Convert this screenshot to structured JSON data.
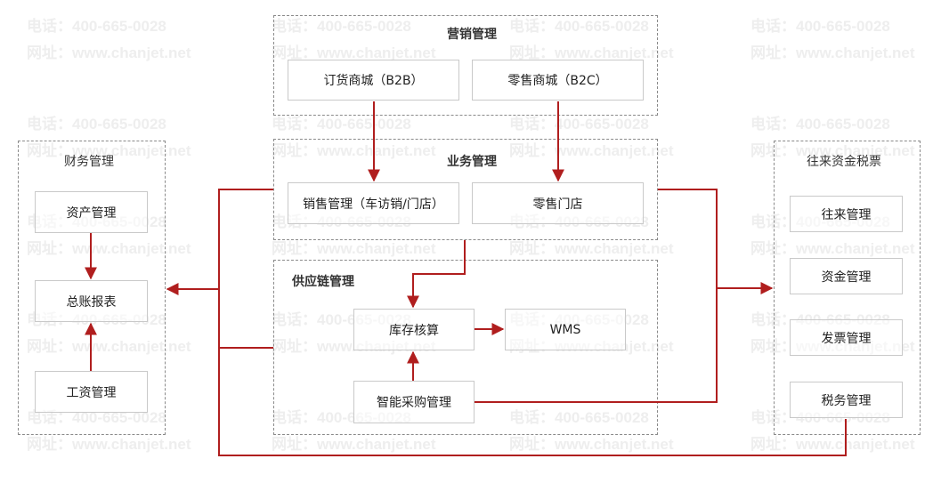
{
  "watermark": {
    "line1": "电话：400-665-0028",
    "line2": "网址：www.chanjet.net"
  },
  "groups": {
    "marketing": {
      "title": "营销管理"
    },
    "business": {
      "title": "业务管理"
    },
    "supply": {
      "title": "供应链管理"
    },
    "finance": {
      "title": "财务管理"
    },
    "funds": {
      "title": "往来资金税票"
    }
  },
  "nodes": {
    "order_mall": "订货商城（B2B）",
    "retail_mall": "零售商城（B2C）",
    "sales_mgmt": "销售管理（车访销/门店）",
    "retail_store": "零售门店",
    "inventory": "库存核算",
    "wms": "WMS",
    "procurement": "智能采购管理",
    "asset_mgmt": "资产管理",
    "ledger_report": "总账报表",
    "payroll_mgmt": "工资管理",
    "account_mgmt": "往来管理",
    "fund_mgmt": "资金管理",
    "invoice_mgmt": "发票管理",
    "tax_mgmt": "税务管理"
  },
  "colors": {
    "arrow": "#b01e1e",
    "dashed_border": "#8a8a8a",
    "node_border": "#c9c9c9",
    "watermark": "#eeeeee"
  }
}
